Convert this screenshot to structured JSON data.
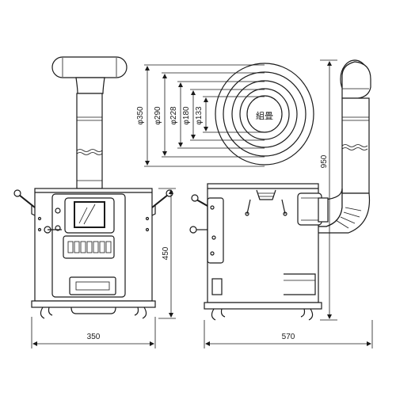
{
  "diagram": {
    "front_width": "350",
    "front_height": "450",
    "side_width": "570",
    "side_height": "950",
    "coil_label": "組畳",
    "coil_diameters": [
      "φ350",
      "φ290",
      "φ228",
      "φ180",
      "φ133"
    ]
  }
}
